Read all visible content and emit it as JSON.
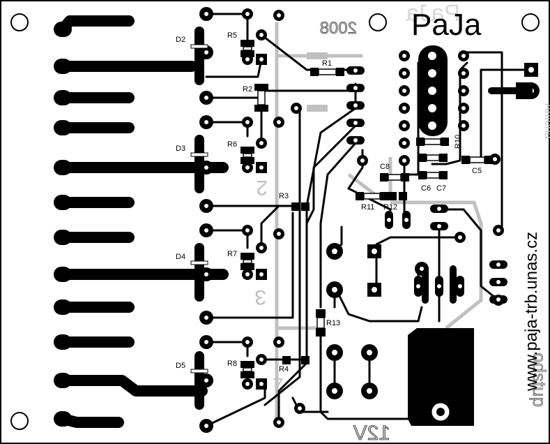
{
  "board": {
    "brand": "PaJa",
    "year": "2008",
    "url": "www.paja-trb.unas.cz",
    "mirrored_texts": {
      "antenna": "Antena",
      "voltage": "12V",
      "polarity": "+",
      "brand_ghost": "PaJa",
      "channel_2": "2",
      "channel_3": "3",
      "channel_4": "4",
      "bottom_text": "odstup"
    },
    "components": {
      "diodes": [
        "D2",
        "D3",
        "D4",
        "D5"
      ],
      "resistors": [
        "R1",
        "R2",
        "R3",
        "R4",
        "R5",
        "R6",
        "R7",
        "R8",
        "R10",
        "R11",
        "R12",
        "R13"
      ],
      "capacitors": [
        "C5",
        "C6",
        "C7",
        "C8"
      ]
    },
    "colors": {
      "copper": "#000000",
      "silkscreen": "#c0c0c0",
      "background": "#ffffff",
      "pad_hole": "#ffffff"
    }
  }
}
